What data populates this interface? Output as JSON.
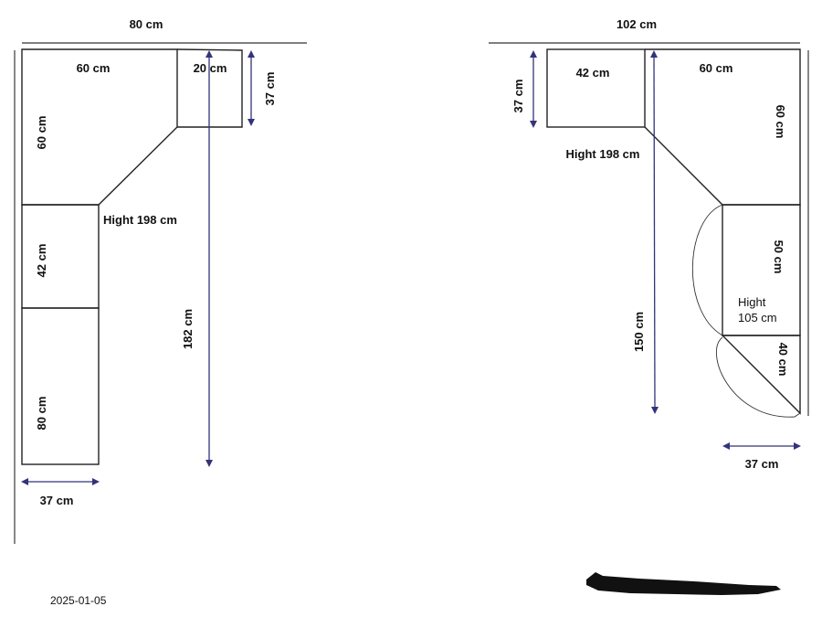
{
  "left_plan": {
    "width_total": "80 cm",
    "corner_top_width": "60 cm",
    "small_shelf_width": "20 cm",
    "depth_top": "37 cm",
    "corner_side_height": "60 cm",
    "height_note": "Hight 198 cm",
    "middle_unit": "42 cm",
    "total_length": "182 cm",
    "bottom_unit": "80 cm",
    "depth_bottom": "37 cm"
  },
  "right_plan": {
    "width_total": "102 cm",
    "left_unit": "42 cm",
    "corner_top_width": "60 cm",
    "depth_left": "37 cm",
    "corner_side_height": "60 cm",
    "height_note": "Hight 198 cm",
    "cabinet_unit": "50 cm",
    "cabinet_height_label": "Hight",
    "cabinet_height_value": "105 cm",
    "corner_door_unit": "40 cm",
    "total_length": "150 cm",
    "depth_bottom": "37 cm"
  },
  "footer": {
    "date": "2025-01-05"
  },
  "colors": {
    "arrow": "#33337a",
    "line": "#222222"
  }
}
